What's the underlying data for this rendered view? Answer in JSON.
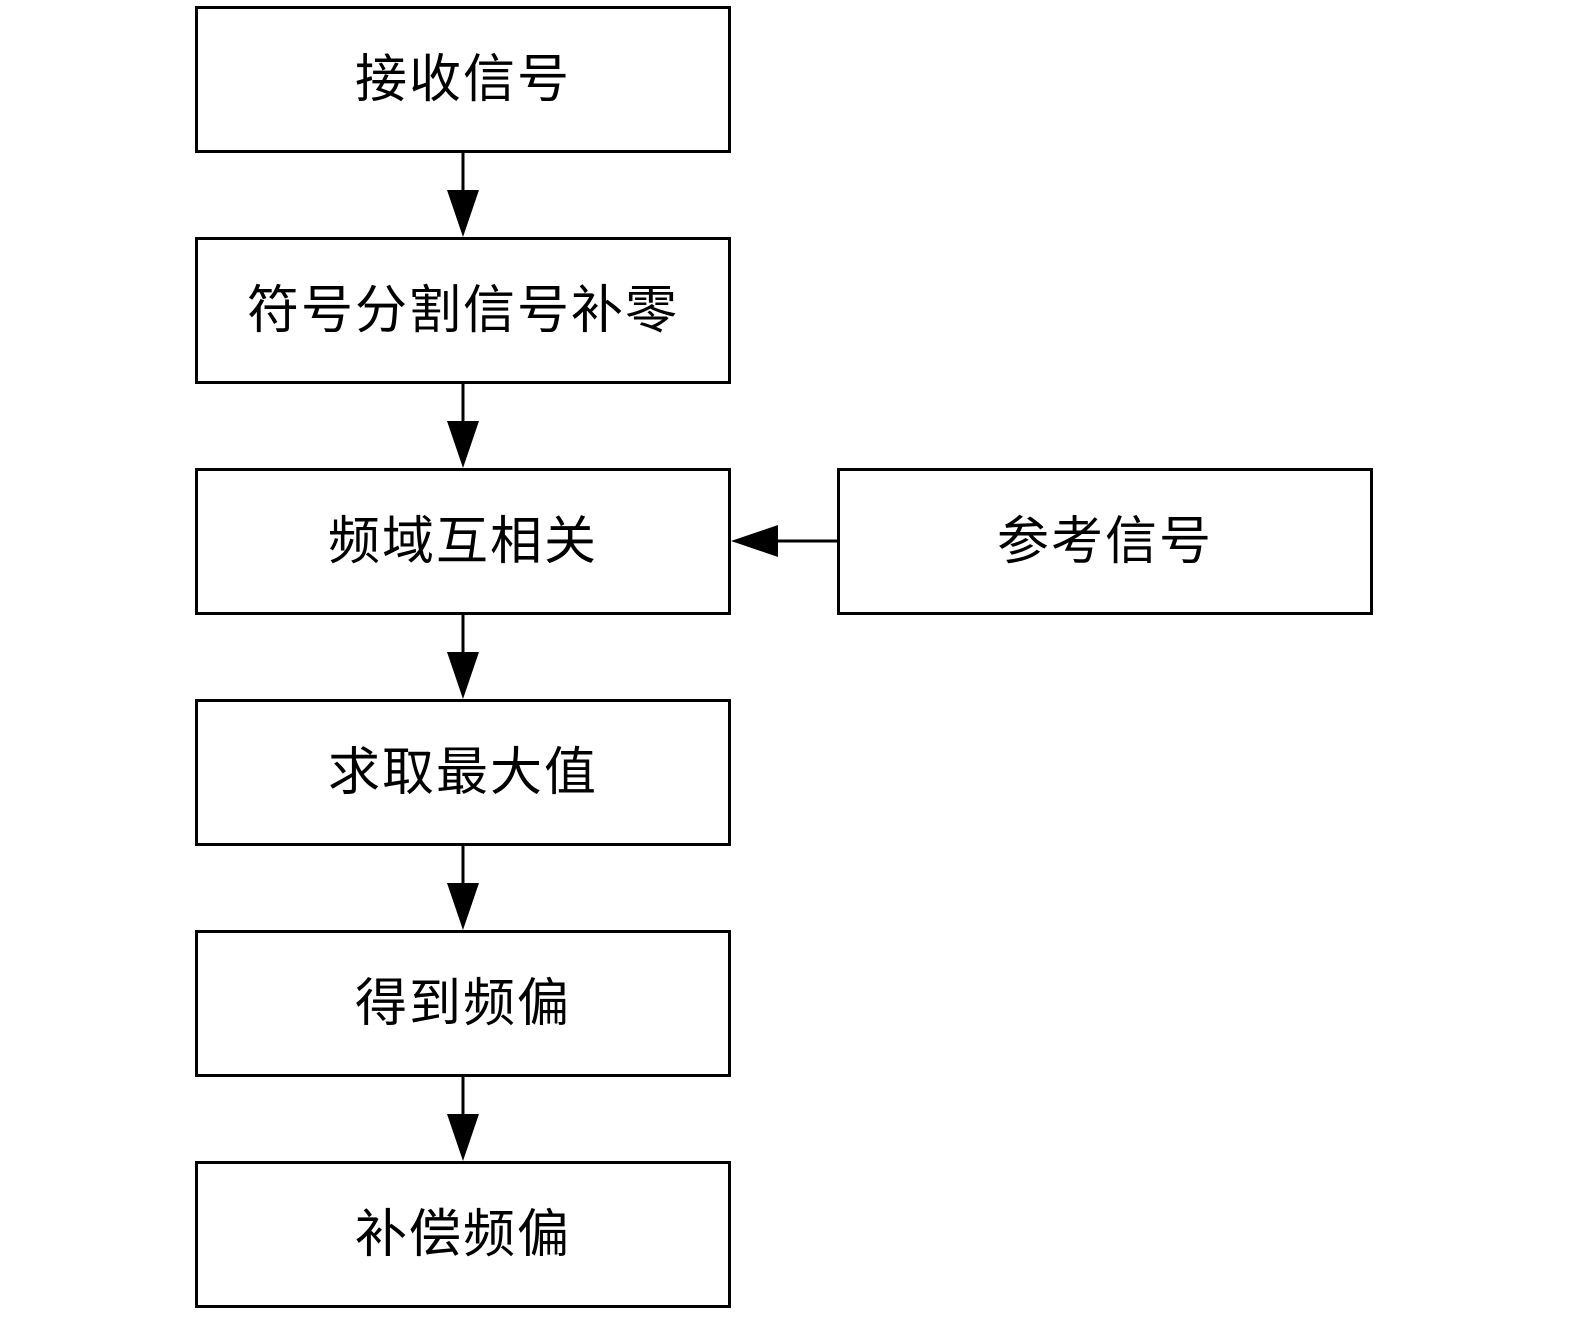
{
  "flowchart": {
    "steps": [
      "接收信号",
      "符号分割信号补零",
      "频域互相关",
      "求取最大值",
      "得到频偏",
      "补偿频偏"
    ],
    "reference": "参考信号"
  }
}
